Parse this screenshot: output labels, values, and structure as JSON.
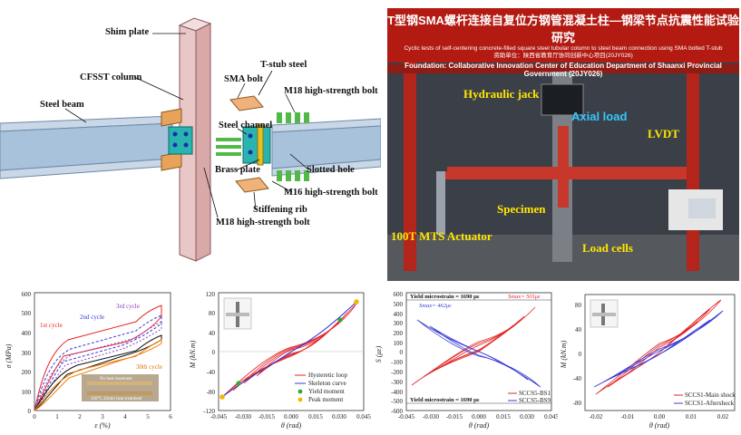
{
  "drawing": {
    "labels": {
      "shim_plate": "Shim plate",
      "cfsst_column": "CFSST column",
      "steel_beam": "Steel beam",
      "sma_bolt": "SMA bolt",
      "t_stub_steel": "T-stub steel",
      "m18_bolt_top": "M18 high-strength bolt",
      "steel_channel": "Steel channel",
      "brass_plate": "Brass plate",
      "slotted_hole": "Slotted hole",
      "m16_bolt": "M16 high-strength bolt",
      "stiffening_rib": "Stiffening rib",
      "m18_bolt_bottom": "M18 high-strength bolt"
    }
  },
  "photo": {
    "banner": {
      "title": "T型钢SMA螺杆连接自复位方钢管混凝土柱—钢梁节点抗震性能试验研究",
      "subtitle": "Cyclic tests of self-centering concrete-filled square steel tubular column to steel beam connection using SMA bolted T-stub",
      "line2": "资助单位：陕西省教育厅协同创新中心项目(20JY026)",
      "foundation": "Foundation: Collaborative Innovation Center of Education Department of Shaanxi Provincial Government (20JY026)"
    },
    "annotations": {
      "hydraulic_jack": "Hydraulic jack",
      "axial_load": "Axial load",
      "lvdt": "LVDT",
      "specimen": "Specimen",
      "actuator": "100T MTS Actuator",
      "load_cells": "Load cells"
    }
  },
  "plot1": {
    "ylabel": "σ (MPa)",
    "xlabel": "ε (%)",
    "y_ticks": [
      "0",
      "100",
      "200",
      "300",
      "400",
      "500",
      "600"
    ],
    "x_ticks": [
      "0",
      "1",
      "2",
      "3",
      "4",
      "5",
      "6"
    ],
    "annotations": {
      "c1": "1st cycle",
      "c2": "2nd cycle",
      "c3": "3rd cycle",
      "c30": "30th cycle"
    },
    "inset": {
      "top": "No heat treatment",
      "bottom": "350°C 45min heat treatment"
    }
  },
  "plot2": {
    "ylabel": "M (kN.m)",
    "xlabel": "θ (rad)",
    "y_ticks": [
      "120",
      "80",
      "40",
      "0",
      "-40",
      "-80",
      "-120"
    ],
    "x_ticks": [
      "-0.045",
      "-0.030",
      "-0.015",
      "0.000",
      "0.015",
      "0.030",
      "0.045"
    ],
    "legend": [
      "Hysteretic loop",
      "Skeleton curve",
      "Yield moment",
      "Peak moment"
    ],
    "colors": {
      "loop": "#e32626",
      "skeleton": "#3b3bd6",
      "yield": "#33aa33",
      "peak": "#f0b800"
    }
  },
  "plot3": {
    "ylabel": "S (με)",
    "xlabel": "θ (rad)",
    "y_ticks": [
      "600",
      "500",
      "400",
      "300",
      "200",
      "100",
      "0",
      "-100",
      "-200",
      "-300",
      "-400",
      "-500",
      "-600"
    ],
    "x_ticks": [
      "-0.045",
      "-0.030",
      "-0.015",
      "0.000",
      "0.015",
      "0.030",
      "0.045"
    ],
    "ann": {
      "yield_top": "Yield microstrain = 1690 με",
      "smax1": "Smax= 501με",
      "smax2": "Smax= 462με",
      "yield_bottom": "Yield microstrain = 1690 με"
    },
    "legend": [
      "SCCS5-BS1",
      "SCCS5-BS9"
    ]
  },
  "plot4": {
    "ylabel": "M (kN.m)",
    "xlabel": "θ (rad)",
    "y_ticks": [
      "80",
      "40",
      "0",
      "-40",
      "-80"
    ],
    "x_ticks": [
      "-0.02",
      "-0.01",
      "0.00",
      "0.01",
      "0.02"
    ],
    "legend": [
      "SCCS1-Main shock",
      "SCCS1-Aftershock"
    ]
  }
}
